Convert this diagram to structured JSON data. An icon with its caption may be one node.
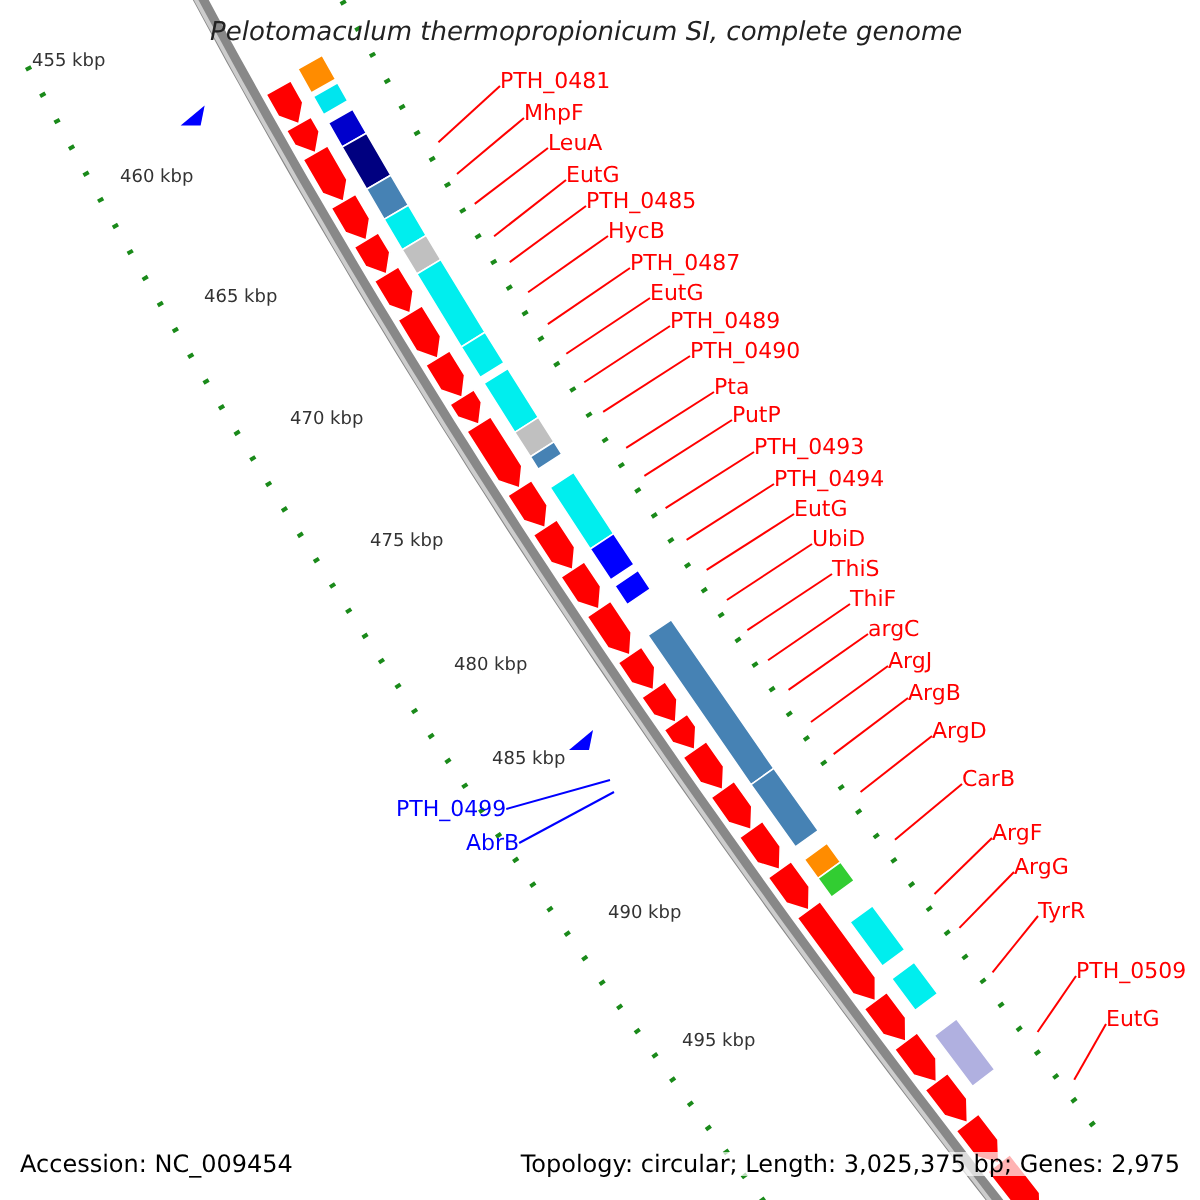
{
  "diagram": {
    "title": "Pelotomaculum thermopropionicum SI, complete genome",
    "nodes": [
      {
        "text": [
          "PTH_0481"
        ]
      },
      {
        "text": [
          "MhpF"
        ]
      },
      {
        "text": [
          "LeuA"
        ]
      },
      {
        "text": [
          "EutG"
        ]
      },
      {
        "text": [
          "PTH_0485"
        ]
      },
      {
        "text": [
          "HycB"
        ]
      },
      {
        "text": [
          "PTH_0487"
        ]
      },
      {
        "text": [
          "EutG"
        ]
      },
      {
        "text": [
          "PTH_0489"
        ]
      },
      {
        "text": [
          "PTH_0490"
        ]
      },
      {
        "text": [
          "Pta"
        ]
      },
      {
        "text": [
          "PutP"
        ]
      },
      {
        "text": [
          "PTH_0493"
        ]
      },
      {
        "text": [
          "PTH_0494"
        ]
      },
      {
        "text": [
          "EutG"
        ]
      },
      {
        "text": [
          "UbiD"
        ]
      },
      {
        "text": [
          "ThiS"
        ]
      },
      {
        "text": [
          "ThiF"
        ]
      },
      {
        "text": [
          "argC"
        ]
      },
      {
        "text": [
          "ArgJ"
        ]
      },
      {
        "text": [
          "ArgB"
        ]
      },
      {
        "text": [
          "ArgD"
        ]
      },
      {
        "text": [
          "CarB"
        ]
      },
      {
        "text": [
          "ArgF"
        ]
      },
      {
        "text": [
          "ArgG"
        ]
      },
      {
        "text": [
          "TyrR"
        ]
      },
      {
        "text": [
          "PTH_0509"
        ]
      },
      {
        "text": [
          "EutG"
        ]
      },
      {
        "text": [
          "PTH_0499"
        ]
      },
      {
        "text": [
          "AbrB"
        ]
      }
    ],
    "edges": [
      {
        "from": 0,
        "to": null,
        "arrow": "none"
      },
      {
        "from": 1,
        "to": null,
        "arrow": "none"
      },
      {
        "from": 2,
        "to": null,
        "arrow": "none"
      },
      {
        "from": 3,
        "to": null,
        "arrow": "none"
      },
      {
        "from": 4,
        "to": null,
        "arrow": "none"
      },
      {
        "from": 5,
        "to": null,
        "arrow": "none"
      },
      {
        "from": 6,
        "to": null,
        "arrow": "none"
      },
      {
        "from": 7,
        "to": null,
        "arrow": "none"
      },
      {
        "from": 8,
        "to": null,
        "arrow": "none"
      },
      {
        "from": 9,
        "to": null,
        "arrow": "none"
      },
      {
        "from": 10,
        "to": null,
        "arrow": "none"
      },
      {
        "from": 11,
        "to": null,
        "arrow": "none"
      },
      {
        "from": 12,
        "to": null,
        "arrow": "none"
      },
      {
        "from": 13,
        "to": null,
        "arrow": "none"
      },
      {
        "from": 14,
        "to": null,
        "arrow": "none"
      },
      {
        "from": 15,
        "to": null,
        "arrow": "none"
      },
      {
        "from": 16,
        "to": null,
        "arrow": "none"
      },
      {
        "from": 17,
        "to": null,
        "arrow": "none"
      },
      {
        "from": 18,
        "to": null,
        "arrow": "none"
      },
      {
        "from": 19,
        "to": null,
        "arrow": "none"
      },
      {
        "from": 20,
        "to": null,
        "arrow": "none"
      },
      {
        "from": 21,
        "to": null,
        "arrow": "none"
      },
      {
        "from": 22,
        "to": null,
        "arrow": "none"
      },
      {
        "from": 23,
        "to": null,
        "arrow": "none"
      },
      {
        "from": 24,
        "to": null,
        "arrow": "none"
      },
      {
        "from": 25,
        "to": null,
        "arrow": "none"
      },
      {
        "from": 26,
        "to": null,
        "arrow": "none"
      },
      {
        "from": 27,
        "to": null,
        "arrow": "none"
      },
      {
        "from": 28,
        "to": null,
        "arrow": "none",
        "color": "#0000ff"
      },
      {
        "from": 29,
        "to": null,
        "arrow": "none",
        "color": "#0000ff"
      }
    ],
    "labels": [
      "455 kbp",
      "460 kbp",
      "465 kbp",
      "470 kbp",
      "475 kbp",
      "480 kbp",
      "485 kbp",
      "490 kbp",
      "495 kbp",
      "Accession: NC_009454",
      "Topology: circular; Length: 3,025,375 bp; Genes: 2,975"
    ]
  }
}
